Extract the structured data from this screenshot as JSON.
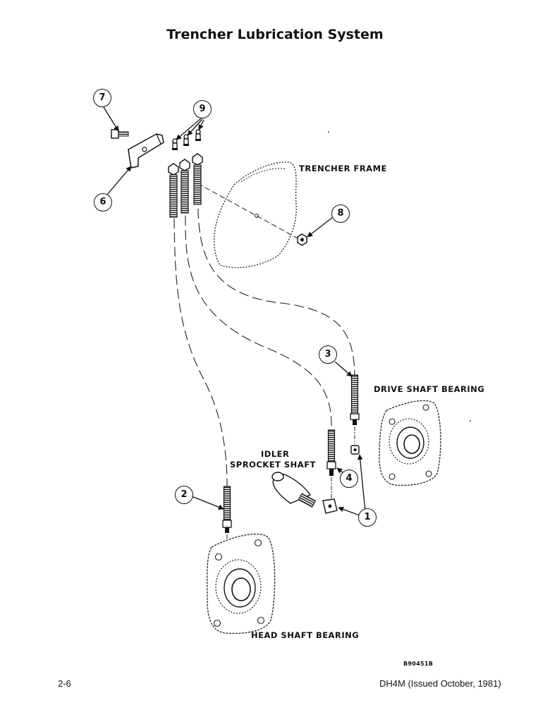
{
  "title": "Trencher Lubrication System",
  "labels": {
    "trencher_frame": "TRENCHER FRAME",
    "drive_shaft_bearing": "DRIVE SHAFT BEARING",
    "idler_line1": "IDLER",
    "idler_line2": "SPROCKET SHAFT",
    "head_shaft_bearing": "HEAD SHAFT BEARING"
  },
  "callouts": {
    "c1": "1",
    "c2": "2",
    "c3": "3",
    "c4": "4",
    "c6": "6",
    "c7": "7",
    "c8": "8",
    "c9": "9"
  },
  "drawing_code": "B90451B",
  "footer": {
    "page_number": "2-6",
    "manual": "DH4M (Issued October, 1981)"
  }
}
